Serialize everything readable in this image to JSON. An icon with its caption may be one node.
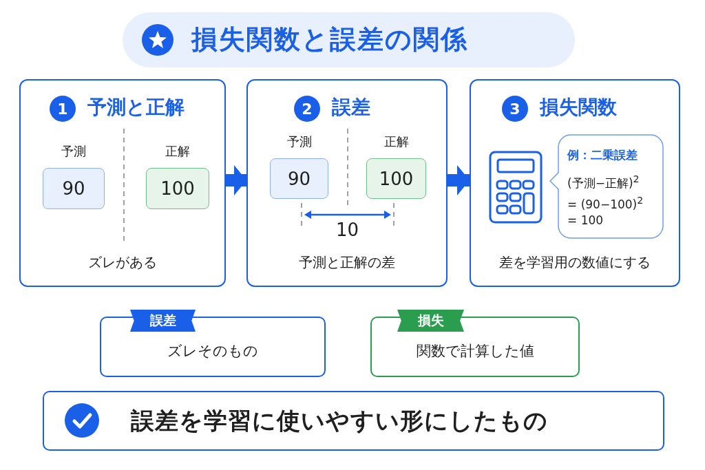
{
  "diagram": {
    "title": "損失関数と誤差の関係",
    "nodes": [
      {
        "text": [
          "1",
          "予測と正解",
          "ズレがある"
        ]
      },
      {
        "text": [
          "90"
        ],
        "in": 0,
        "beside": [
          "予測"
        ]
      },
      {
        "text": [
          "100"
        ],
        "in": 0,
        "beside": [
          "正解"
        ]
      },
      {
        "text": [
          "2",
          "誤差",
          "予測と正解の差"
        ]
      },
      {
        "text": [
          "90"
        ],
        "in": 3,
        "beside": [
          "予測"
        ]
      },
      {
        "text": [
          "100"
        ],
        "in": 3,
        "beside": [
          "正解"
        ]
      },
      {
        "text": [
          "3",
          "損失関数",
          "差を学習用の数値にする"
        ]
      },
      {
        "text": [
          "例：二乗誤差",
          "(予測−正解)$^{2}$",
          "= (90−100)$^{2}$",
          "= 100"
        ],
        "in": 6
      },
      {
        "text": [
          "誤差",
          "ズレそのもの"
        ]
      },
      {
        "text": [
          "損失",
          "関数で計算した値"
        ]
      },
      {
        "text": [
          "**誤差**を**学習**に**使いやすい形**にしたもの"
        ]
      }
    ],
    "edges": [
      {
        "from": 0,
        "to": 3,
        "arrow": "to"
      },
      {
        "from": 3,
        "to": 6,
        "arrow": "to"
      }
    ],
    "labels": [
      "10"
    ]
  }
}
